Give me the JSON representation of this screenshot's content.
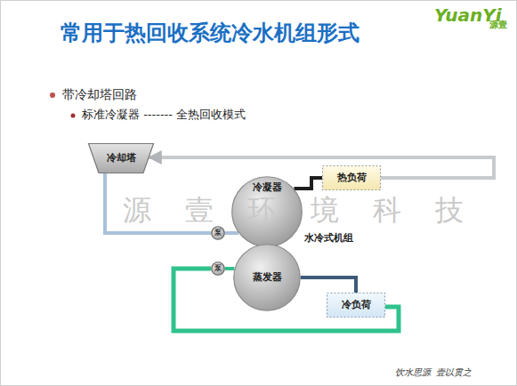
{
  "diagram": {
    "title": "常用于热回收系统冷水机组形式",
    "nodes": [
      {
        "text": [
          "冷却塔"
        ]
      },
      {
        "text": [
          "热负荷"
        ]
      },
      {
        "text": [
          "冷凝器"
        ]
      },
      {
        "text": [
          "泵"
        ]
      },
      {
        "text": [
          "蒸发器"
        ]
      },
      {
        "text": [
          "泵"
        ]
      },
      {
        "text": [
          "冷负荷"
        ]
      }
    ],
    "edges": [
      {
        "from": 0,
        "to": 3,
        "arrow": "none"
      },
      {
        "from": 3,
        "to": 2,
        "arrow": "none"
      },
      {
        "from": 2,
        "to": 1,
        "arrow": "none"
      },
      {
        "from": 1,
        "to": 0,
        "arrow": "to"
      },
      {
        "from": 4,
        "to": 6,
        "arrow": "none"
      },
      {
        "from": 6,
        "to": 5,
        "arrow": "none"
      },
      {
        "from": 5,
        "to": 4,
        "arrow": "none"
      }
    ],
    "labels": [
      "带冷却塔回路",
      "标准冷凝器 ------- 全热回收模式",
      "水冷式机组",
      "源 壹 环 境 科 技",
      "YuanYi",
      "源壹",
      "饮水思源  壹以贯之"
    ]
  }
}
